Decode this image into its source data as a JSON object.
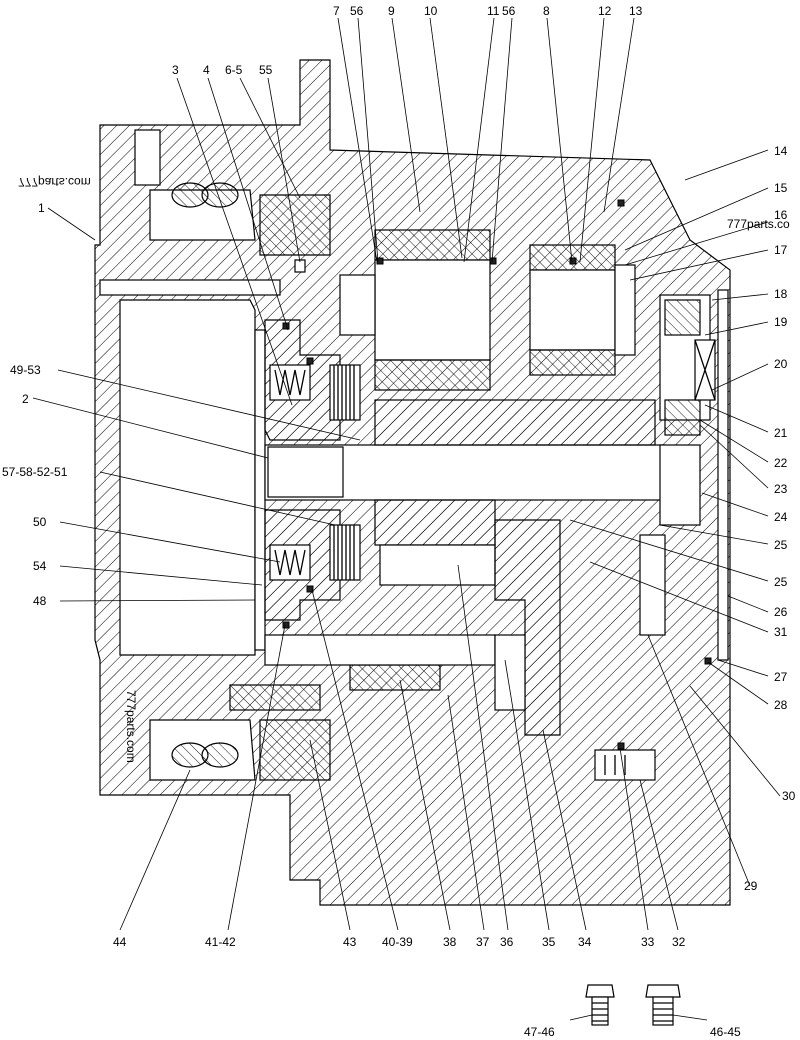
{
  "watermarks": [
    "777parts.com",
    "777parts.co",
    "777parts.com"
  ],
  "callouts": [
    "7",
    "56",
    "9",
    "10",
    "11",
    "56",
    "8",
    "12",
    "13",
    "3",
    "4",
    "6-5",
    "55",
    "14",
    "15",
    "16",
    "17",
    "1",
    "18",
    "19",
    "20",
    "21",
    "22",
    "23",
    "24",
    "25",
    "25",
    "26",
    "27",
    "28",
    "30",
    "29",
    "31",
    "49-53",
    "2",
    "57-58-52-51",
    "50",
    "54",
    "48",
    "44",
    "41-42",
    "43",
    "40-39",
    "38",
    "37",
    "36",
    "35",
    "34",
    "33",
    "32",
    "47-46",
    "46-45"
  ]
}
